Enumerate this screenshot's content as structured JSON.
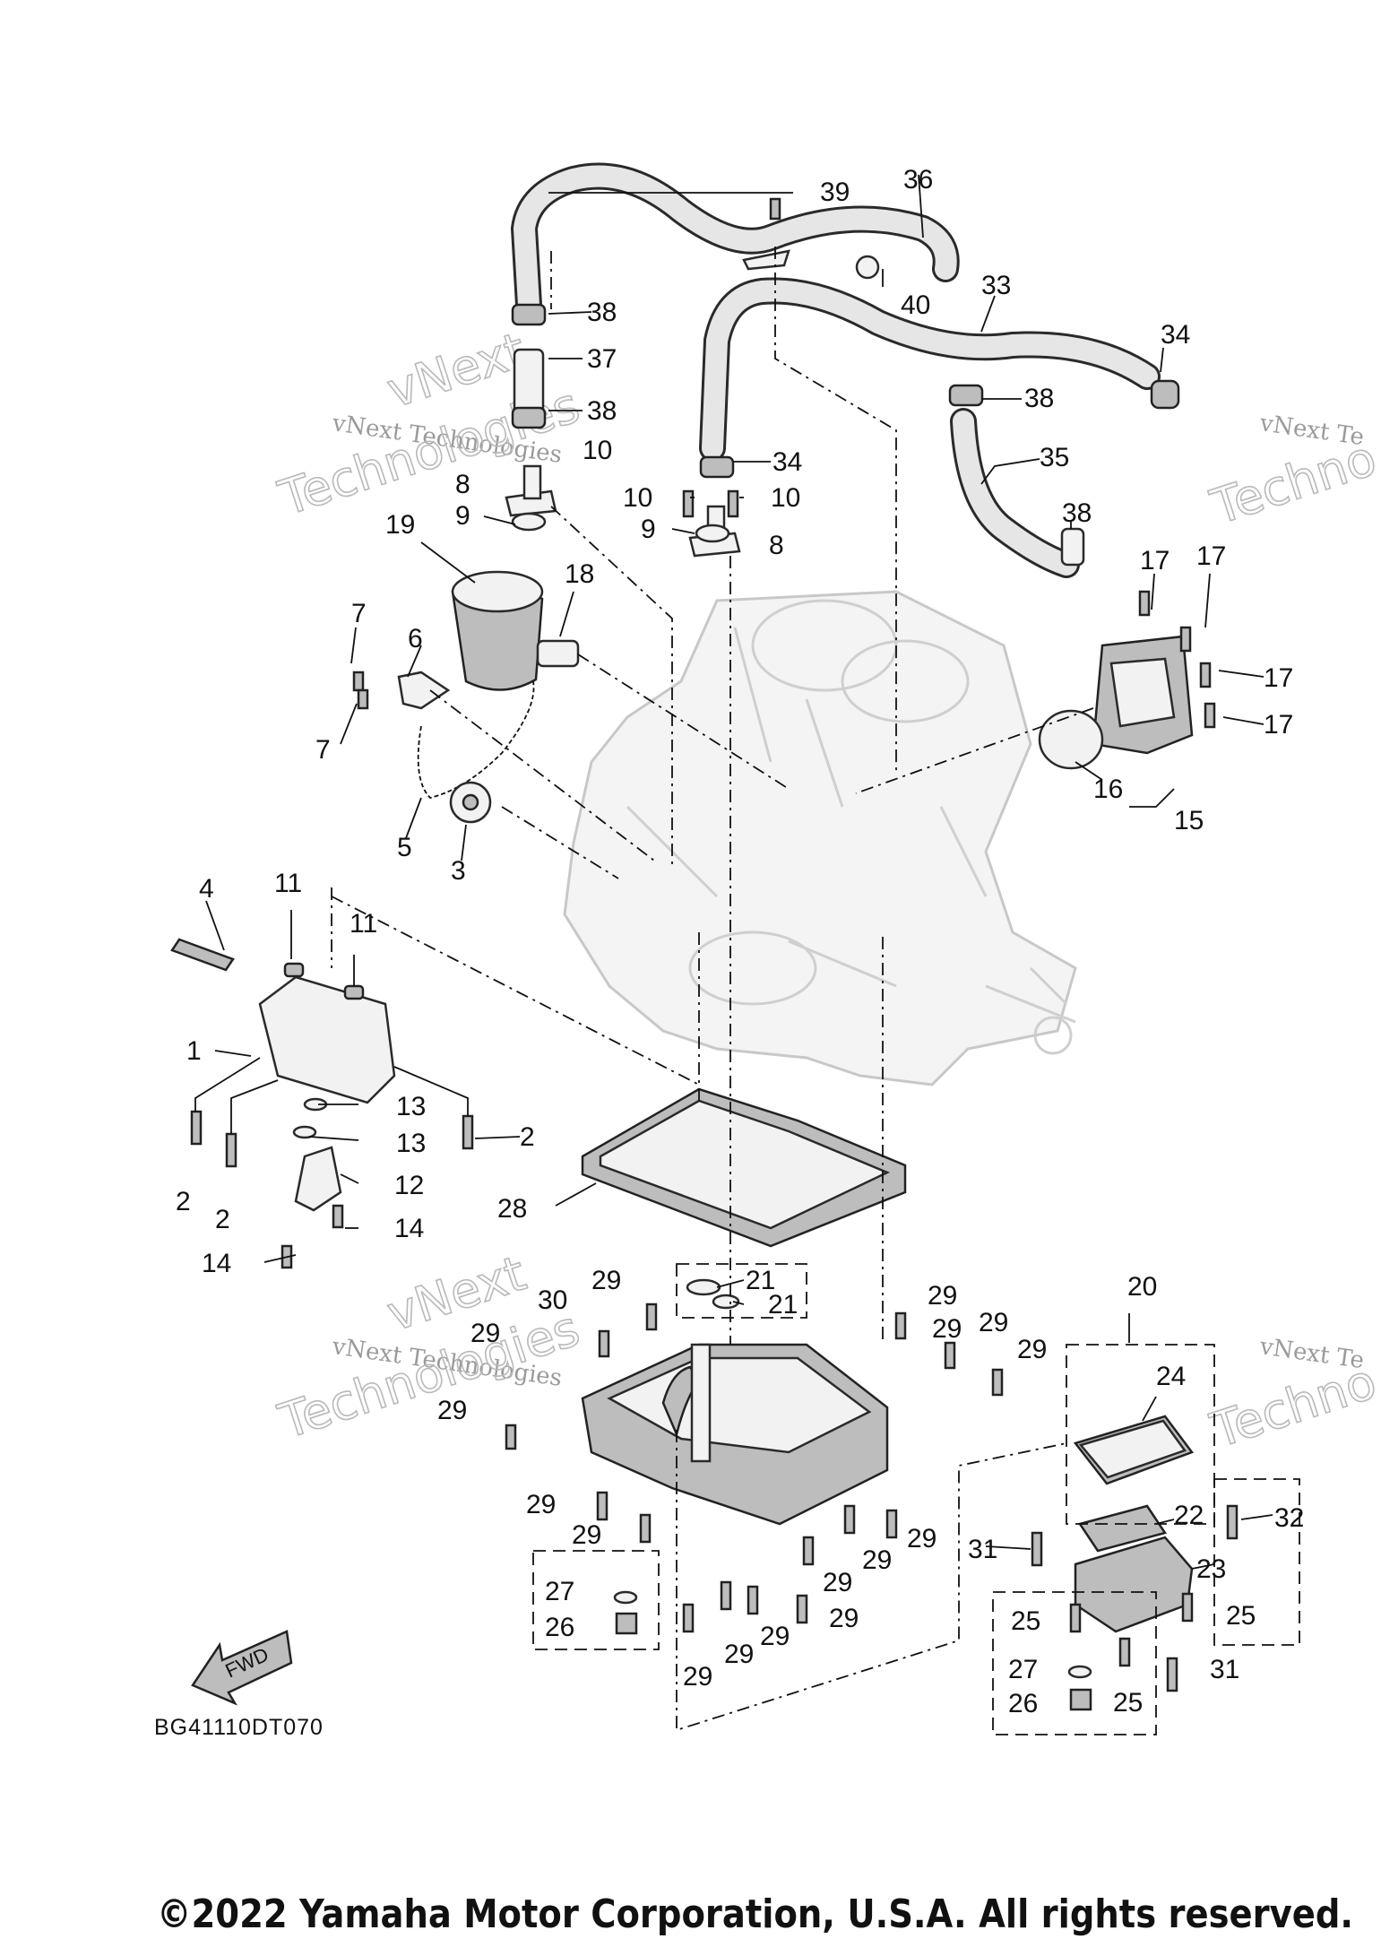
{
  "diagram": {
    "reference_code": "BG41110DT070",
    "fwd_label": "FWD",
    "copyright": "©2022 Yamaha Motor Corporation, U.S.A. All rights reserved.",
    "watermark_small": "vNext Technologies",
    "watermark_big_1": "vNext",
    "watermark_big_2": "Technologies",
    "watermark_right": "vNext Te",
    "watermark_right_big": "Techno",
    "callouts": {
      "c1": "1",
      "c2a": "2",
      "c2b": "2",
      "c2c": "2",
      "c3": "3",
      "c4": "4",
      "c5": "5",
      "c6": "6",
      "c7a": "7",
      "c7b": "7",
      "c8a": "8",
      "c8b": "8",
      "c9a": "9",
      "c9b": "9",
      "c10a": "10",
      "c10b": "10",
      "c10c": "10",
      "c11a": "11",
      "c11b": "11",
      "c12": "12",
      "c13a": "13",
      "c13b": "13",
      "c14a": "14",
      "c14b": "14",
      "c15": "15",
      "c16": "16",
      "c17a": "17",
      "c17b": "17",
      "c17c": "17",
      "c17d": "17",
      "c18": "18",
      "c19": "19",
      "c20": "20",
      "c21a": "21",
      "c21b": "21",
      "c22": "22",
      "c23": "23",
      "c24": "24",
      "c25a": "25",
      "c25b": "25",
      "c25c": "25",
      "c26a": "26",
      "c26b": "26",
      "c27a": "27",
      "c27b": "27",
      "c28": "28",
      "c29a": "29",
      "c29b": "29",
      "c29c": "29",
      "c29d": "29",
      "c29e": "29",
      "c29f": "29",
      "c29g": "29",
      "c29h": "29",
      "c29i": "29",
      "c29j": "29",
      "c29k": "29",
      "c29l": "29",
      "c29m": "29",
      "c29n": "29",
      "c29o": "29",
      "c29p": "29",
      "c30": "30",
      "c31a": "31",
      "c31b": "31",
      "c32": "32",
      "c33": "33",
      "c34a": "34",
      "c34b": "34",
      "c35": "35",
      "c36": "36",
      "c37": "37",
      "c38a": "38",
      "c38b": "38",
      "c38c": "38",
      "c38d": "38",
      "c39": "39",
      "c40": "40"
    }
  }
}
